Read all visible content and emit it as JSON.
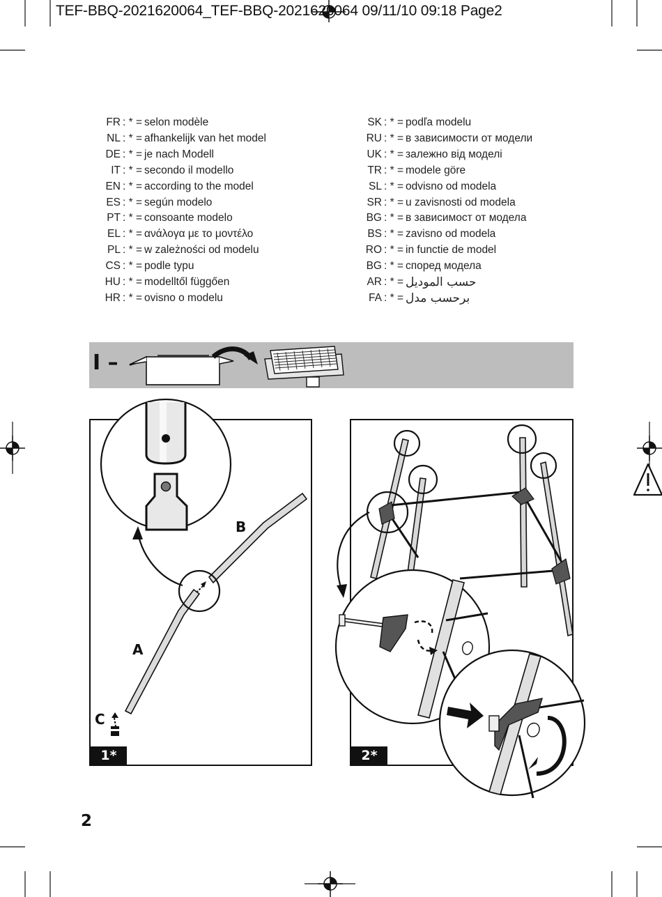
{
  "header": {
    "slug": "TEF-BBQ-2021620064_TEF-BBQ-2021620064  09/11/10  09:18  Page2"
  },
  "legend_left": [
    {
      "code": "FR",
      "text": "selon modèle"
    },
    {
      "code": "NL",
      "text": "afhankelijk van het model"
    },
    {
      "code": "DE",
      "text": "je nach Modell"
    },
    {
      "code": "IT",
      "text": "secondo il modello"
    },
    {
      "code": "EN",
      "text": "according to the model"
    },
    {
      "code": "ES",
      "text": "según modelo"
    },
    {
      "code": "PT",
      "text": "consoante modelo"
    },
    {
      "code": "EL",
      "text": "ανάλογα με το μοντέλο"
    },
    {
      "code": "PL",
      "text": "w zależności od modelu"
    },
    {
      "code": "CS",
      "text": "podle typu"
    },
    {
      "code": "HU",
      "text": "modelltől függően"
    },
    {
      "code": "HR",
      "text": "ovisno o modelu"
    }
  ],
  "legend_right": [
    {
      "code": "SK",
      "text": "podľa modelu"
    },
    {
      "code": "RU",
      "text": "в зависимости от модели"
    },
    {
      "code": "UK",
      "text": "залежно від моделі"
    },
    {
      "code": "TR",
      "text": "modele göre"
    },
    {
      "code": "SL",
      "text": "odvisno od modela"
    },
    {
      "code": "SR",
      "text": "u zavisnosti od modela"
    },
    {
      "code": "BG",
      "text": "в зависимост от модела"
    },
    {
      "code": "BS",
      "text": "zavisno od modela"
    },
    {
      "code": "RO",
      "text": "in functie de model"
    },
    {
      "code": "BG",
      "text": "според модела"
    },
    {
      "code": "AR",
      "text": "حسب الموديل"
    },
    {
      "code": "FA",
      "text": "برحسب مدل"
    }
  ],
  "legend_separator": ": * =",
  "section": {
    "label": "I –"
  },
  "step1": {
    "badge": "1*",
    "label_a": "A",
    "label_b": "B",
    "label_c": "C"
  },
  "step2": {
    "badge": "2*"
  },
  "page_number": "2",
  "icons": [
    "registration-mark-icon",
    "warning-triangle-icon",
    "box-icon",
    "curved-arrow-icon",
    "grill-icon"
  ]
}
